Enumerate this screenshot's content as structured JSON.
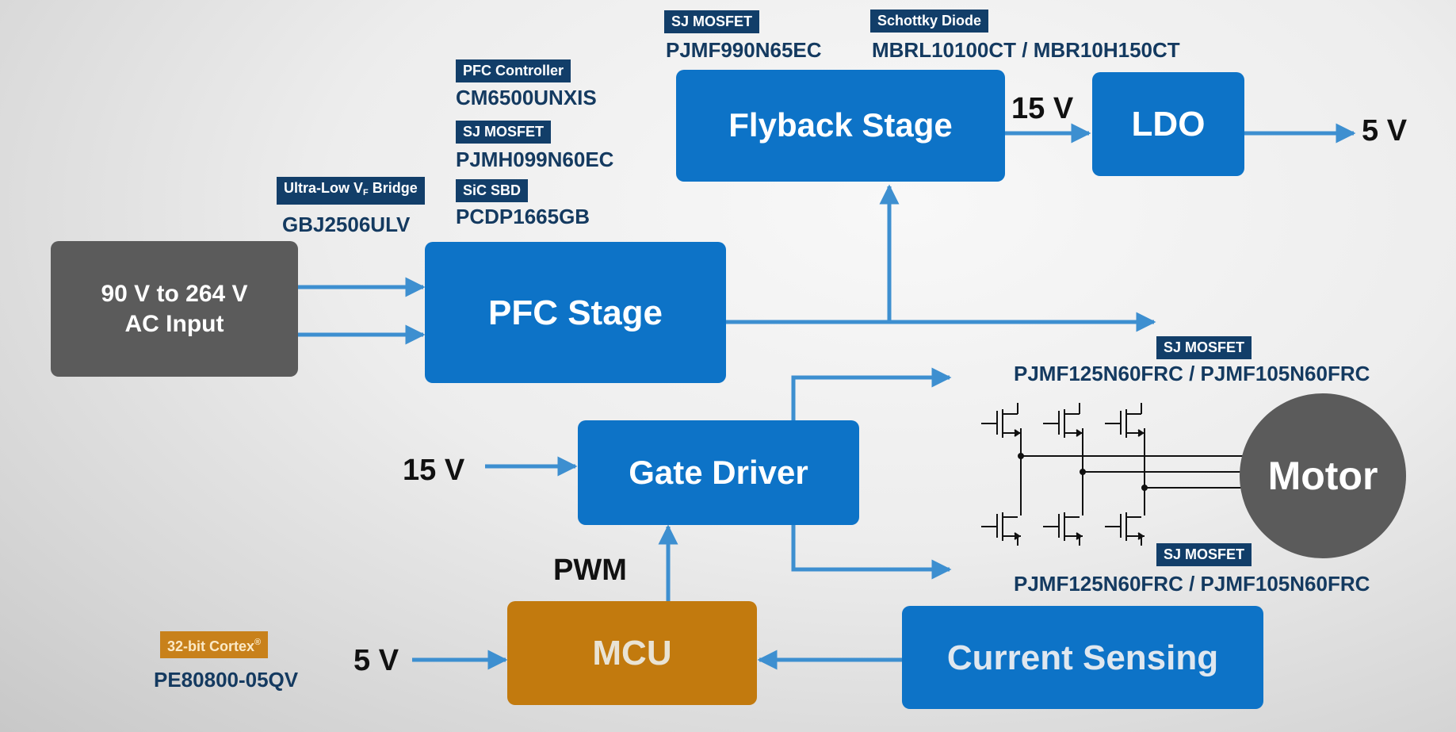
{
  "blocks": {
    "ac_input": "90 V to 264 V\nAC Input",
    "pfc_stage": "PFC Stage",
    "flyback_stage": "Flyback Stage",
    "ldo": "LDO",
    "gate_driver": "Gate Driver",
    "mcu": "MCU",
    "current_sensing": "Current Sensing",
    "motor": "Motor"
  },
  "signals": {
    "flyback_out": "15 V",
    "ldo_out": "5 V",
    "gate_driver_in": "15 V",
    "pwm": "PWM",
    "mcu_in": "5 V"
  },
  "components": {
    "bridge": {
      "tag_main": "Ultra-Low V",
      "tag_sub": "F",
      "tag_end": " Bridge",
      "part": "GBJ2506ULV"
    },
    "pfc_controller": {
      "tag": "PFC Controller",
      "part": "CM6500UNXIS"
    },
    "pfc_mosfet": {
      "tag": "SJ MOSFET",
      "part": "PJMH099N60EC"
    },
    "sic_sbd": {
      "tag": "SiC SBD",
      "part": "PCDP1665GB"
    },
    "flyback_mosfet": {
      "tag": "SJ MOSFET",
      "part": "PJMF990N65EC"
    },
    "schottky": {
      "tag": "Schottky Diode",
      "part": "MBRL10100CT / MBR10H150CT"
    },
    "inverter_high": {
      "tag": "SJ MOSFET",
      "part": "PJMF125N60FRC / PJMF105N60FRC"
    },
    "inverter_low": {
      "tag": "SJ MOSFET",
      "part": "PJMF125N60FRC / PJMF105N60FRC"
    },
    "mcu": {
      "tag": "32-bit Cortex",
      "tag_sup": "®",
      "part": "PE80800-05QV"
    }
  },
  "colors": {
    "block_blue": "#0d73c7",
    "block_gray": "#5b5b5b",
    "block_orange": "#c27a0e",
    "tag_navy": "#123e69",
    "tag_orange": "#c8811b",
    "arrow": "#3d8fd0",
    "part_text": "#143a60"
  }
}
